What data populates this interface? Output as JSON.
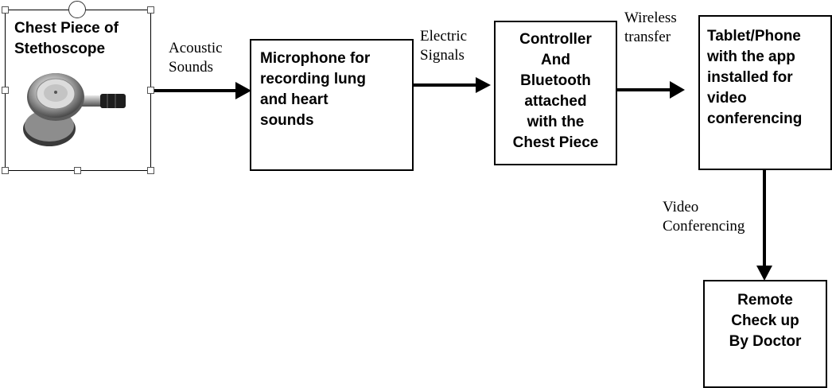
{
  "nodes": {
    "chest_piece": {
      "label": "Chest Piece of\nStethoscope"
    },
    "microphone": {
      "label": "Microphone for\nrecording lung\nand heart\nsounds"
    },
    "controller": {
      "label": "Controller\nAnd\nBluetooth\nattached\nwith the\nChest Piece"
    },
    "tablet": {
      "label": "Tablet/Phone\nwith the app\ninstalled for\nvideo\nconferencing"
    },
    "remote": {
      "label": "Remote\nCheck up\nBy Doctor"
    }
  },
  "edges": {
    "acoustic": {
      "label": "Acoustic\nSounds"
    },
    "electric": {
      "label": "Electric\nSignals"
    },
    "wireless": {
      "label": "Wireless\ntransfer"
    },
    "video": {
      "label": "Video\nConferencing"
    }
  },
  "icons": {
    "stethoscope": "stethoscope-icon"
  }
}
